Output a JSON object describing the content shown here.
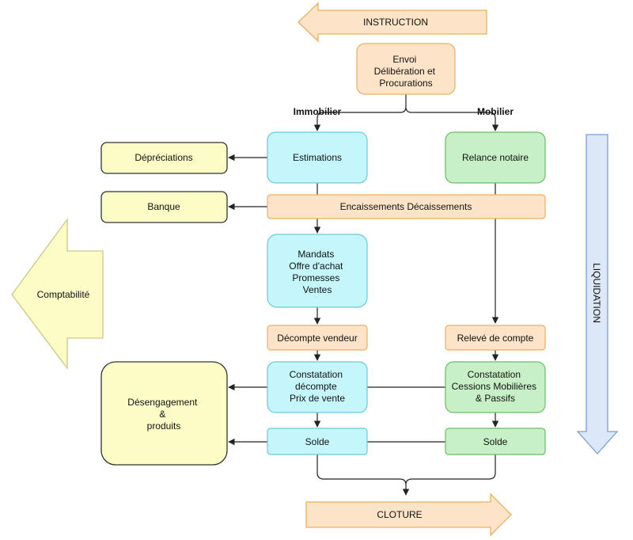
{
  "colors": {
    "orange_fill": "#fde4c8",
    "orange_stroke": "#e8b062",
    "cyan_fill": "#c4f6fb",
    "cyan_stroke": "#6cc9d8",
    "green_fill": "#c8f0c6",
    "green_stroke": "#6dbb6a",
    "yellow_fill": "#fcfcc7",
    "yellow_stroke": "#333333",
    "blue_fill": "#dce7f8",
    "blue_stroke": "#7e9dd6",
    "immobilier_text": "#1fbfc9",
    "mobilier_text": "#1b9d1b"
  },
  "arrows": {
    "instruction": "INSTRUCTION",
    "cloture": "CLOTURE",
    "comptabilite": "Comptabilité",
    "liquidation": "LIQUIDATION"
  },
  "branches": {
    "immobilier": "Immobilier",
    "mobilier": "Mobilier"
  },
  "nodes": {
    "envoi": [
      "Envoi",
      "Délibération et",
      "Procurations"
    ],
    "estimations": "Estimations",
    "relance_notaire": "Relance notaire",
    "depreciations": "Dépréciations",
    "banque": "Banque",
    "encaissements": "Encaissements Décaissements",
    "mandats": [
      "Mandats",
      "Offre d'achat",
      "Promesses",
      "Ventes"
    ],
    "decompte_vendeur": "Décompte vendeur",
    "releve_compte": "Relevé de compte",
    "constatation_immo": [
      "Constatation",
      "décompte",
      "Prix de vente"
    ],
    "constatation_mob": [
      "Constatation",
      "Cessions Mobilières",
      "& Passifs"
    ],
    "solde_immo": "Solde",
    "solde_mob": "Solde",
    "desengagement": [
      "Désengagement",
      "&",
      "produits"
    ]
  }
}
